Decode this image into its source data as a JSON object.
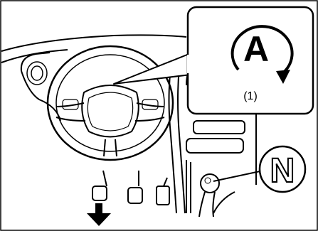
{
  "callout": {
    "symbol_letter": "A",
    "label": "(1)"
  },
  "gear_indicator": {
    "letter": "N"
  },
  "icons": [
    "auto-start-stop-icon",
    "neutral-gear-icon",
    "press-down-arrow-icon"
  ],
  "colors": {
    "line": "#000000",
    "background": "#ffffff"
  }
}
